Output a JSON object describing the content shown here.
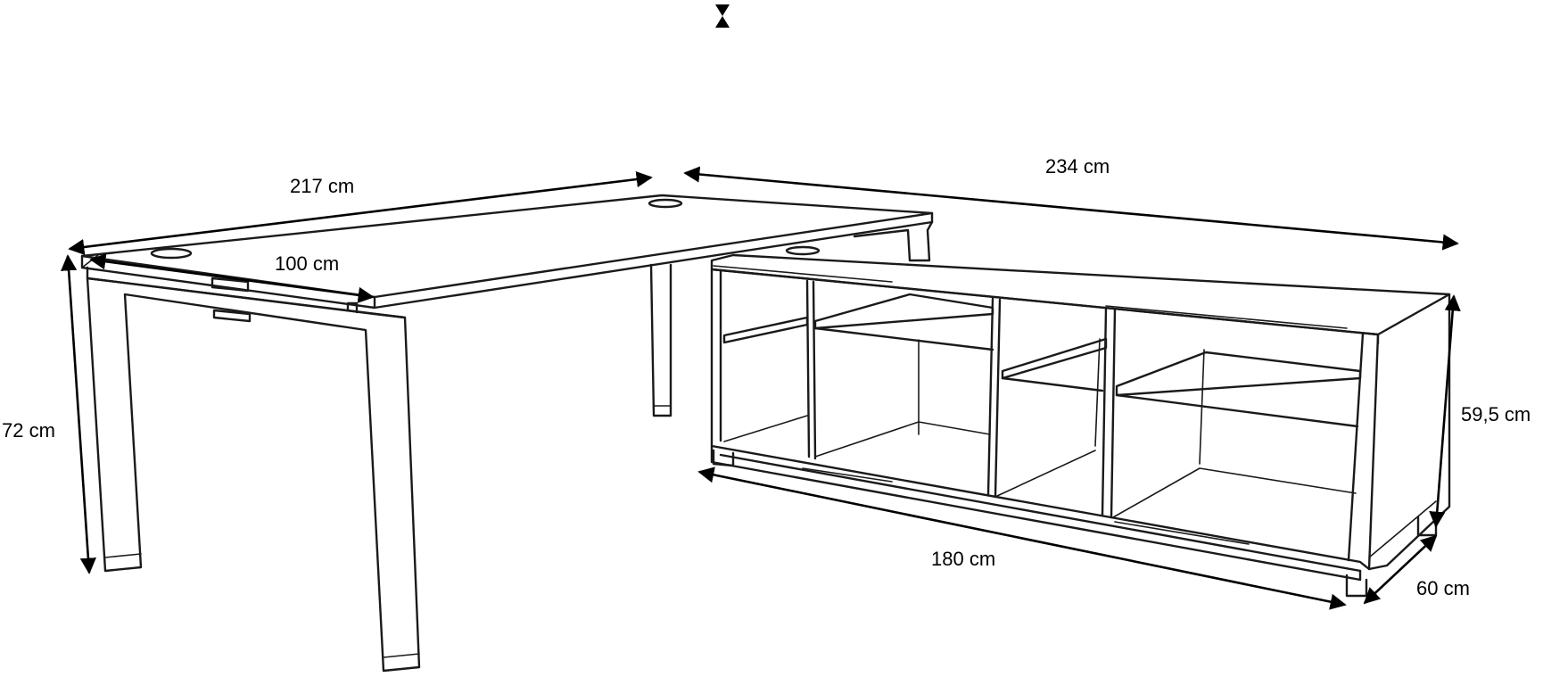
{
  "drawing": {
    "line_color": "#1a1a1a",
    "background": "#ffffff",
    "top_mark_icon": "hourglass-icon"
  },
  "dimensions": {
    "desk_length": "217 cm",
    "desk_depth": "100 cm",
    "desk_height": "72 cm",
    "unit_overall_length": "234 cm",
    "cabinet_length": "180 cm",
    "cabinet_height": "59,5 cm",
    "cabinet_depth": "60 cm"
  }
}
